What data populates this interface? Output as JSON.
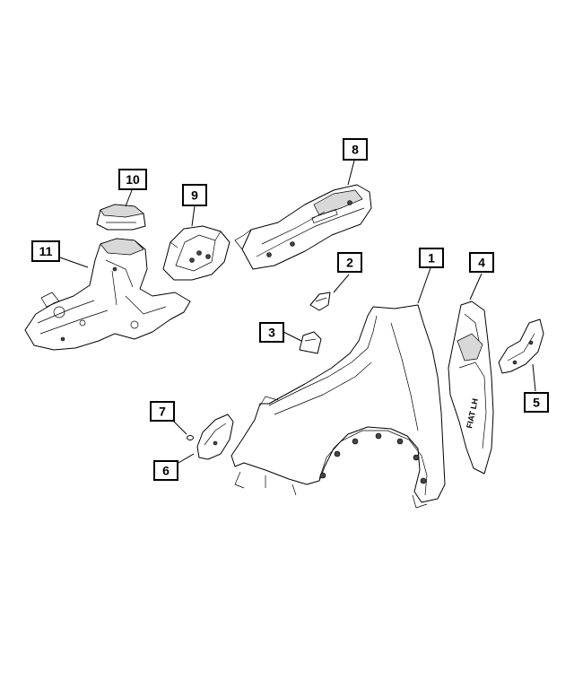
{
  "callouts": [
    {
      "id": "1",
      "label": "1"
    },
    {
      "id": "2",
      "label": "2"
    },
    {
      "id": "3",
      "label": "3"
    },
    {
      "id": "4",
      "label": "4"
    },
    {
      "id": "5",
      "label": "5"
    },
    {
      "id": "6",
      "label": "6"
    },
    {
      "id": "7",
      "label": "7"
    },
    {
      "id": "8",
      "label": "8"
    },
    {
      "id": "9",
      "label": "9"
    },
    {
      "id": "10",
      "label": "10"
    },
    {
      "id": "11",
      "label": "11"
    }
  ],
  "part_stamp": "FIAT LH"
}
